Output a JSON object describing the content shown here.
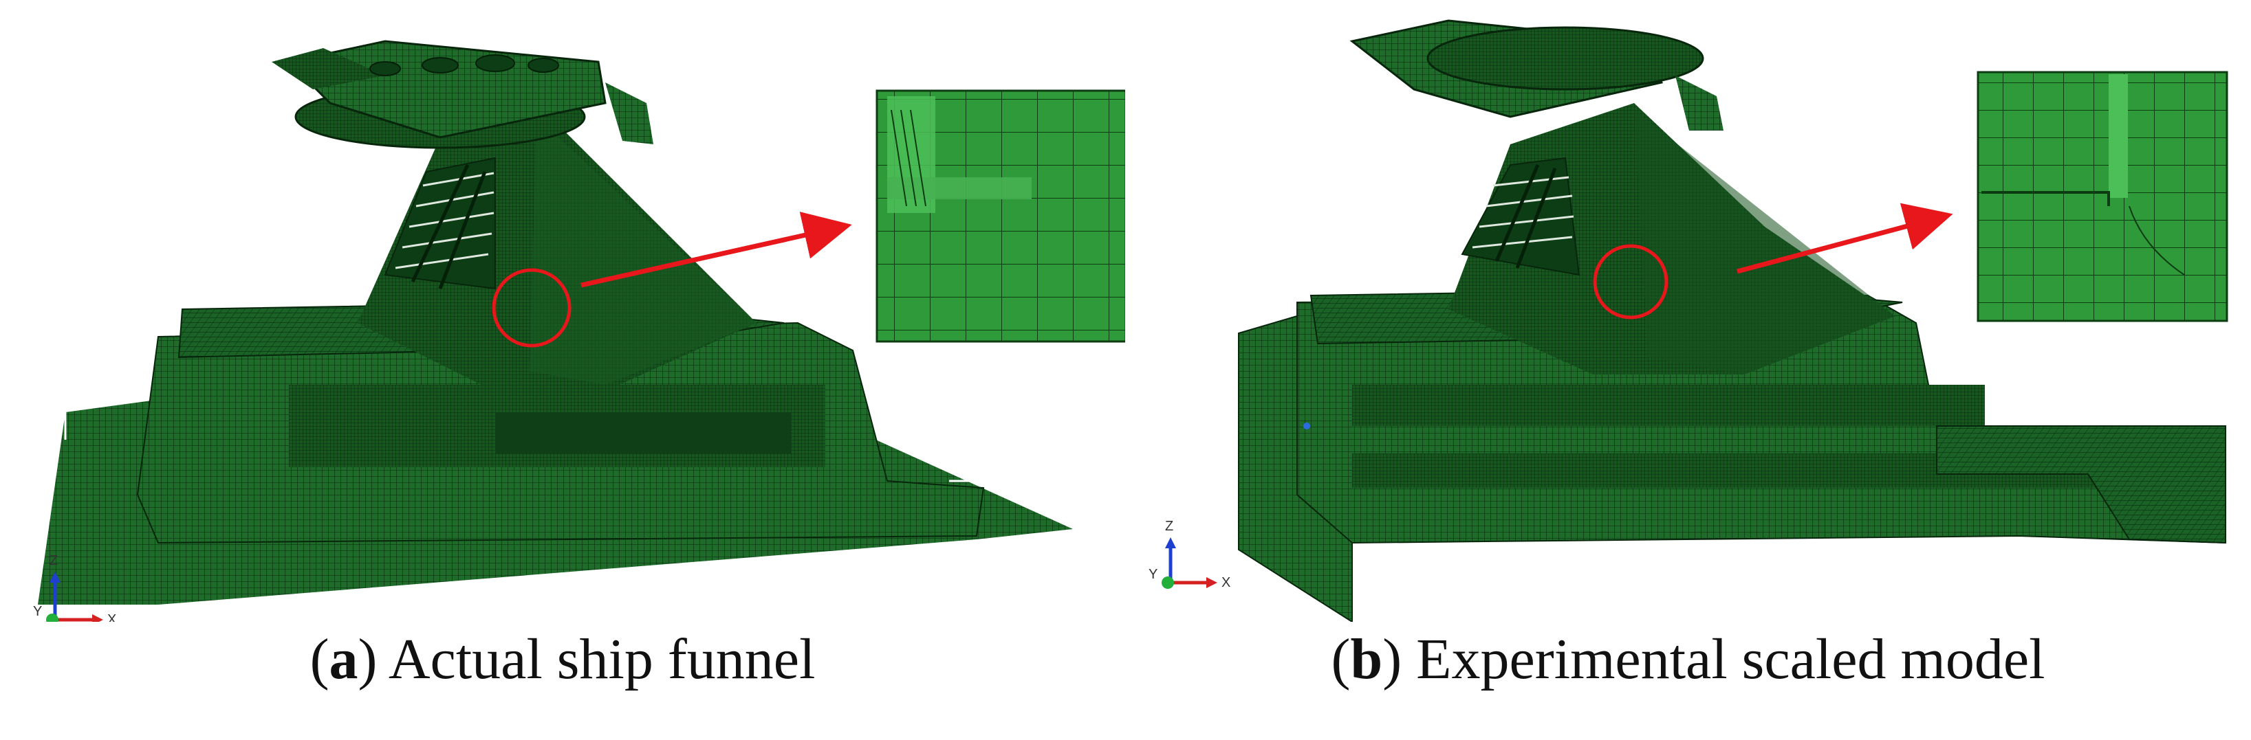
{
  "panels": [
    {
      "id": "a",
      "tag": "a",
      "caption": "Actual ship funnel",
      "axis_labels": {
        "x": "X",
        "y": "Y",
        "z": "Z"
      }
    },
    {
      "id": "b",
      "tag": "b",
      "caption": "Experimental scaled model",
      "axis_labels": {
        "x": "X",
        "y": "Y",
        "z": "Z"
      }
    }
  ],
  "colors": {
    "mesh_fill": "#1e6b2a",
    "mesh_dark": "#0d3d15",
    "mesh_line": "#07260c",
    "zoom_fill": "#2f9a3a",
    "highlight": "#e8171b",
    "axis_x": "#d42020",
    "axis_z": "#1f3fd0",
    "axis_y": "#22b03a"
  }
}
